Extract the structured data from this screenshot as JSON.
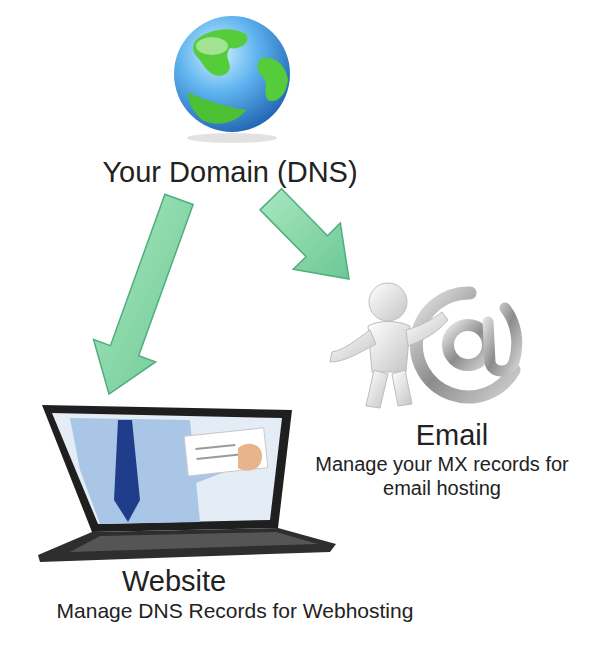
{
  "diagram": {
    "nodes": [
      {
        "text": [
          "Your Domain (DNS)"
        ]
      },
      {
        "text": [
          "Email",
          "Manage your MX records for email hosting"
        ]
      },
      {
        "text": [
          "Website",
          "Manage DNS Records for Webhosting"
        ]
      }
    ],
    "edges": [
      {
        "from": 0,
        "to": 2,
        "arrow": "to"
      },
      {
        "from": 0,
        "to": 1,
        "arrow": "to"
      }
    ]
  }
}
